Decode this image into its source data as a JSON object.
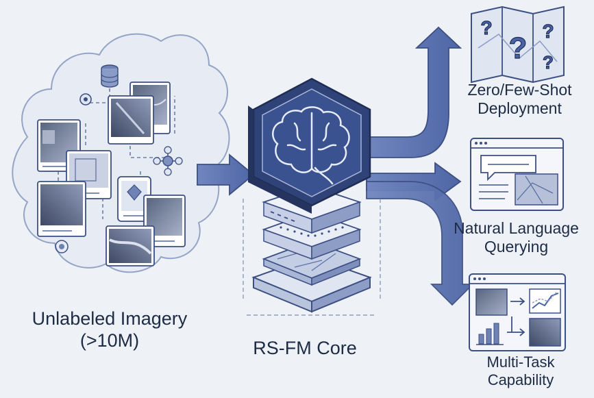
{
  "source": {
    "label_line1": "Unlabeled Imagery",
    "label_line2": "(>10M)"
  },
  "core": {
    "label": "RS-FM Core"
  },
  "outputs": [
    {
      "line1": "Zero/Few-Shot",
      "line2": "Deployment",
      "icon": "map-with-question-marks-icon"
    },
    {
      "line1": "Natural Language",
      "line2": "Querying",
      "icon": "chat-window-map-icon"
    },
    {
      "line1": "Multi-Task",
      "line2": "Capability",
      "icon": "multi-task-dashboard-icon"
    }
  ],
  "colors": {
    "background": "#eef2f6",
    "accent": "#5b73b0",
    "accent_dark": "#2f4378",
    "core_fill": "#3b5290",
    "ink": "#1e2b45"
  }
}
